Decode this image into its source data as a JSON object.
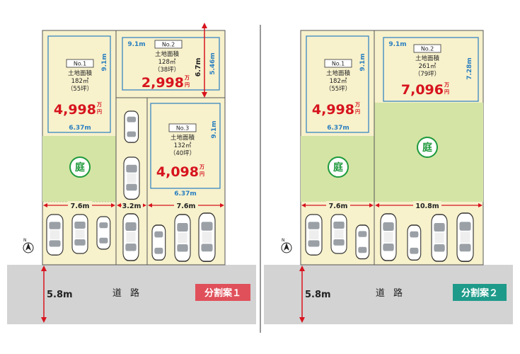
{
  "road": {
    "label": "道 路",
    "width": "5.8m"
  },
  "garden_label": "庭",
  "north": "N",
  "plans": [
    {
      "badge": "分割案１",
      "badge_color": "#e0505a",
      "lots": [
        {
          "no": "No.1",
          "area_label": "土地面積",
          "area": "182㎡",
          "tsubo": "（55坪）",
          "price": "4,998",
          "unit_top": "万",
          "unit_bot": "円",
          "dim_v": "9.1m",
          "dim_h": "6.37m"
        },
        {
          "no": "No.2",
          "area_label": "土地面積",
          "area": "128㎡",
          "tsubo": "（38坪）",
          "price": "2,998",
          "unit_top": "万",
          "unit_bot": "円",
          "dim_top": "9.1m",
          "dim_v": "5.46m",
          "dim_red": "6.7m"
        },
        {
          "no": "No.3",
          "area_label": "土地面積",
          "area": "132㎡",
          "tsubo": "（40坪）",
          "price": "4,098",
          "unit_top": "万",
          "unit_bot": "円",
          "dim_v": "9.1m",
          "dim_h": "6.37m"
        }
      ],
      "frontages": [
        "7.6m",
        "3.2m",
        "7.6m"
      ]
    },
    {
      "badge": "分割案２",
      "badge_color": "#1e9a8a",
      "lots": [
        {
          "no": "No.1",
          "area_label": "土地面積",
          "area": "182㎡",
          "tsubo": "（55坪）",
          "price": "4,998",
          "unit_top": "万",
          "unit_bot": "円",
          "dim_v": "9.1m",
          "dim_h": "6.37m"
        },
        {
          "no": "No.2",
          "area_label": "土地面積",
          "area": "261㎡",
          "tsubo": "（79坪）",
          "price": "7,096",
          "unit_top": "万",
          "unit_bot": "円",
          "dim_top": "9.1m",
          "dim_v": "7.28m"
        }
      ],
      "frontages": [
        "7.6m",
        "10.8m"
      ]
    }
  ],
  "colors": {
    "lot": "#f7f1cc",
    "garden": "#d4e4a5",
    "road": "#d3d3d3",
    "dim_blue": "#2a7fc0",
    "price": "#d7141e",
    "arrow": "#d7141e"
  }
}
